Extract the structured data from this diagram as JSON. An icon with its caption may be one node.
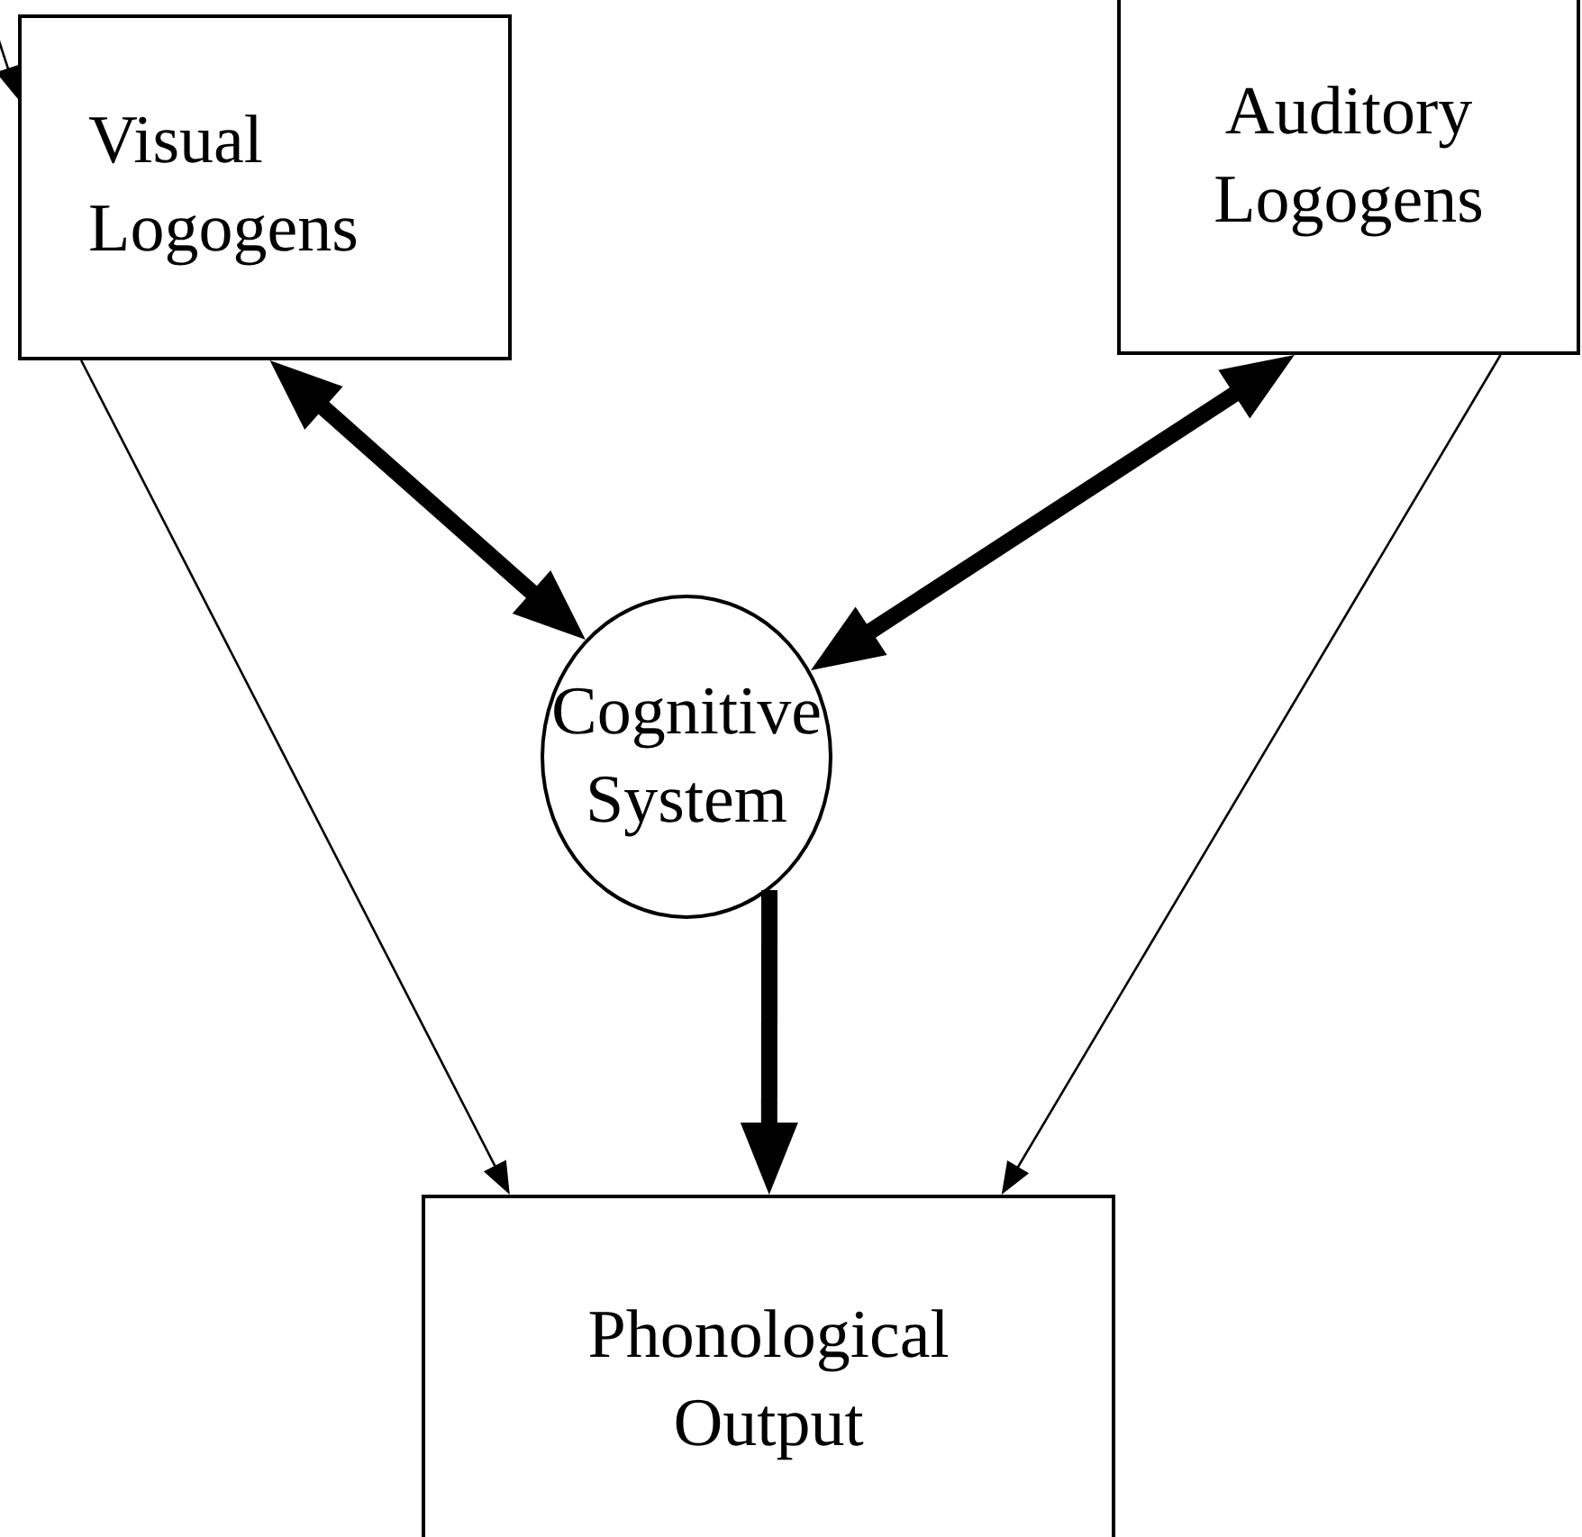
{
  "diagram": {
    "nodes": [
      {
        "text": [
          "Visual Logogens"
        ]
      },
      {
        "text": [
          "Auditory Logogens"
        ]
      },
      {
        "text": [
          "Cognitive System"
        ]
      },
      {
        "text": [
          "Phonological Output"
        ]
      }
    ],
    "edges": [
      {
        "from": null,
        "to": 0,
        "arrow": "to"
      },
      {
        "from": 0,
        "to": 2,
        "arrow": "both",
        "style": "thick"
      },
      {
        "from": 1,
        "to": 2,
        "arrow": "both",
        "style": "thick"
      },
      {
        "from": 2,
        "to": 3,
        "arrow": "to",
        "style": "thick"
      },
      {
        "from": 0,
        "to": 3,
        "arrow": "to"
      },
      {
        "from": 1,
        "to": 3,
        "arrow": "to"
      }
    ]
  }
}
